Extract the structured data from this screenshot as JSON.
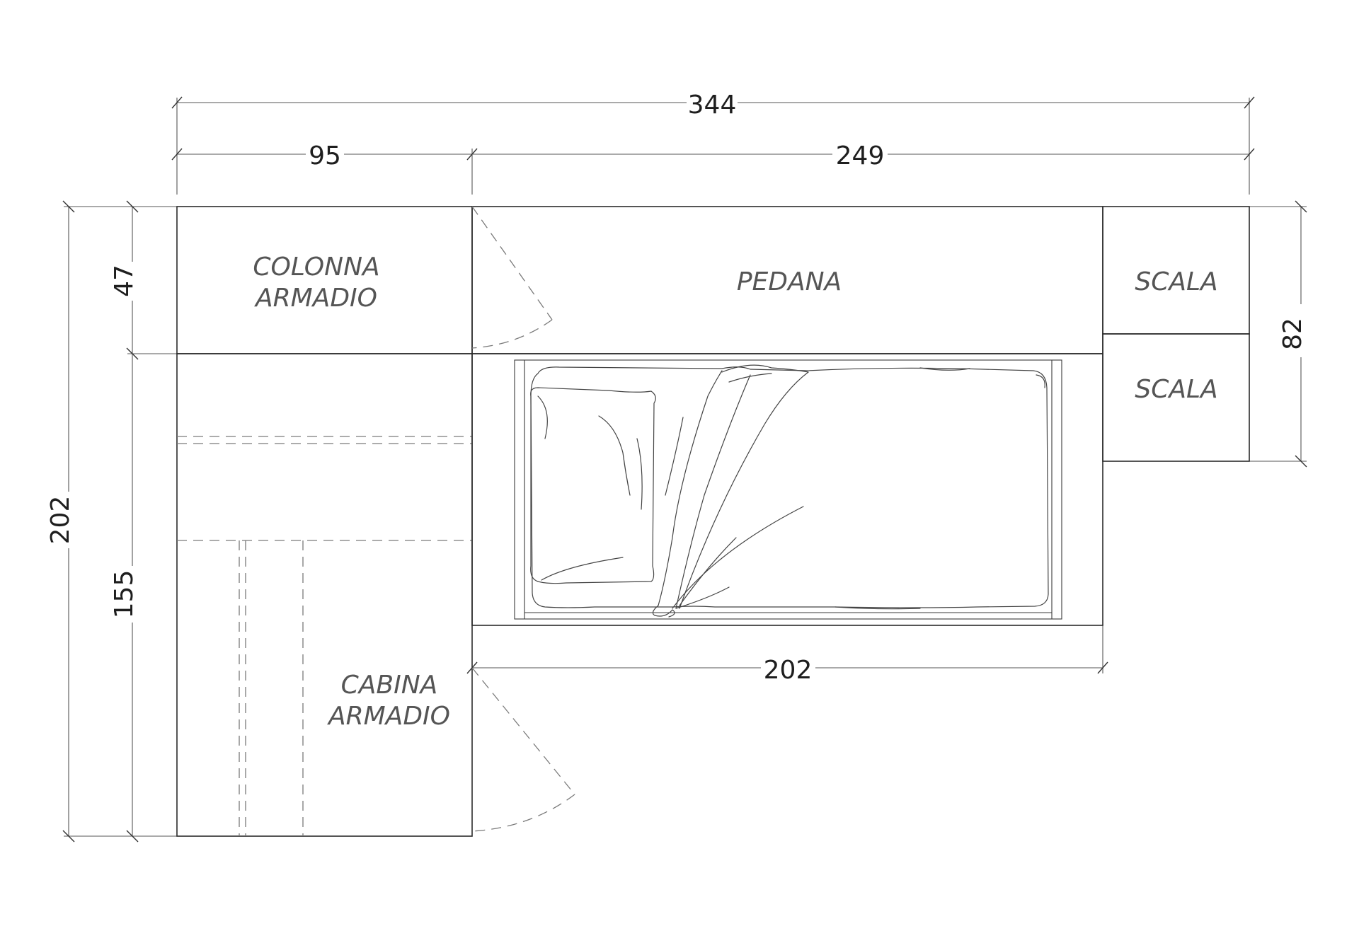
{
  "dimensions": {
    "total_width": "344",
    "left_width": "95",
    "right_width": "249",
    "bed_length": "202",
    "total_depth": "202",
    "top_depth": "47",
    "lower_depth": "155",
    "stair_depth": "82"
  },
  "rooms": {
    "colonna_line1": "COLONNA",
    "colonna_line2": "ARMADIO",
    "pedana": "PEDANA",
    "scala_top": "SCALA",
    "scala_bottom": "SCALA",
    "cabina_line1": "CABINA",
    "cabina_line2": "ARMADIO"
  }
}
